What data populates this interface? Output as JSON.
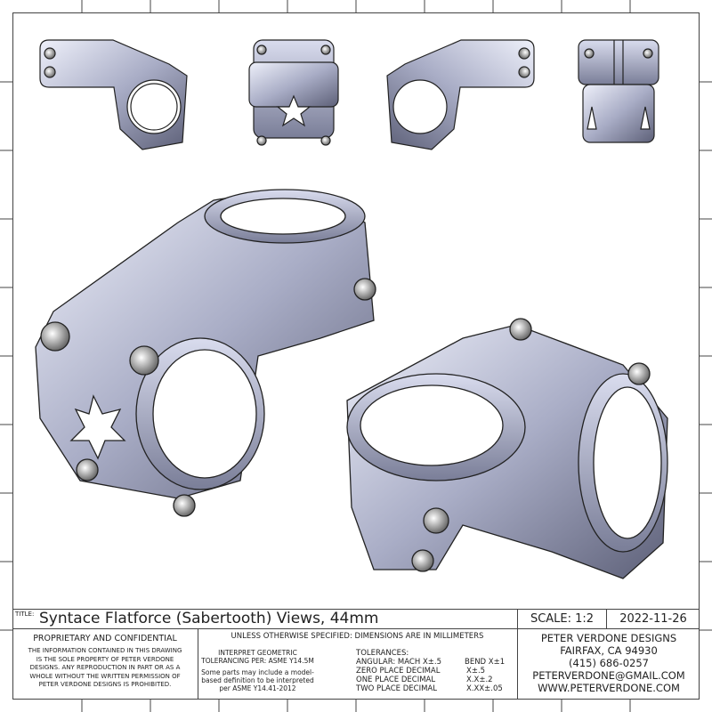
{
  "title_block": {
    "title_label": "TITLE:",
    "title": "Syntace Flatforce (Sabertooth) Views, 44mm",
    "scale": "SCALE: 1:2",
    "date": "2022-11-26",
    "proprietary": {
      "heading": "PROPRIETARY AND CONFIDENTIAL",
      "lines": [
        "THE INFORMATION CONTAINED IN THIS DRAWING",
        "IS THE SOLE PROPERTY OF PETER VERDONE",
        "DESIGNS.  ANY  REPRODUCTION IN PART OR AS A",
        "WHOLE WITHOUT THE WRITTEN PERMISSION OF",
        "PETER VERDONE DESIGNS IS PROHIBITED."
      ]
    },
    "spec": {
      "heading": "UNLESS OTHERWISE SPECIFIED: DIMENSIONS ARE IN MILLIMETERS",
      "interpret": [
        "INTERPRET GEOMETRIC",
        "TOLERANCING PER: ASME Y14.5M"
      ],
      "mbd": [
        "Some parts may include a model-",
        "based definition to be interpreted",
        "per ASME Y14.41-2012"
      ],
      "tolerances_label": "TOLERANCES:",
      "tolerances": [
        {
          "label": "ANGULAR: MACH X±.5",
          "value": "BEND X±1"
        },
        {
          "label": "ZERO PLACE DECIMAL",
          "value": "X±.5"
        },
        {
          "label": "ONE PLACE DECIMAL",
          "value": "X.X±.2"
        },
        {
          "label": "TWO PLACE DECIMAL",
          "value": "X.XX±.05"
        }
      ]
    },
    "company": {
      "name": "PETER VERDONE DESIGNS",
      "city": "FAIRFAX, CA 94930",
      "phone": "(415) 686-0257",
      "email": "PETERVERDONE@GMAIL.COM",
      "web": "WWW.PETERVERDONE.COM"
    }
  }
}
